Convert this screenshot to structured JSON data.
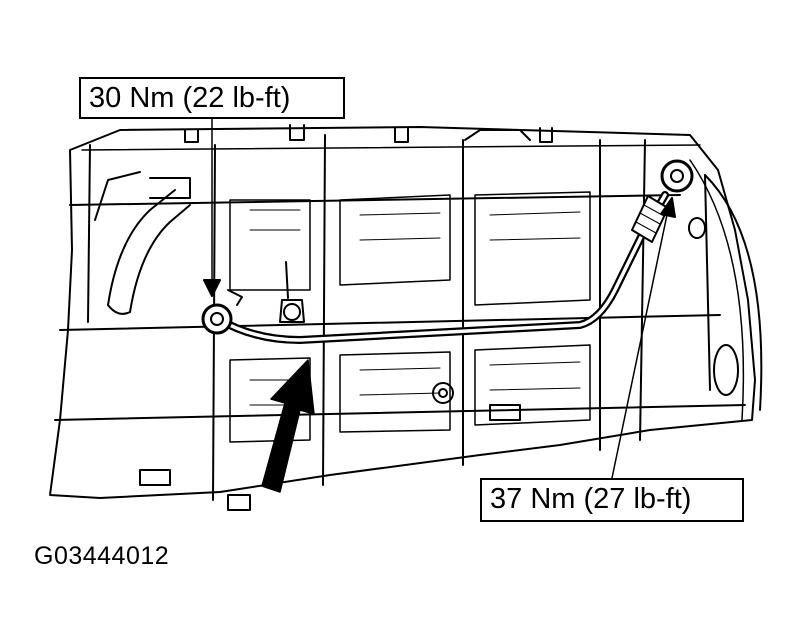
{
  "callouts": {
    "top_torque": "30 Nm (22 lb-ft)",
    "bottom_torque": "37 Nm (27 lb-ft)"
  },
  "figure": {
    "id": "G03444012"
  },
  "colors": {
    "ink": "#000000",
    "paper": "#ffffff",
    "shade": "#8a8a8a"
  }
}
